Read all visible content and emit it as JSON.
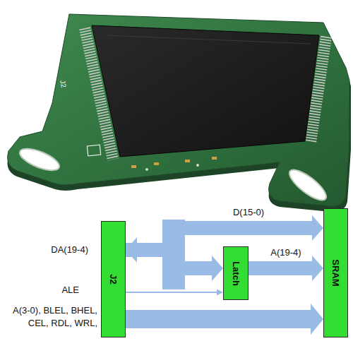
{
  "diagram": {
    "nodes": [
      {
        "text": [
          "J2"
        ]
      },
      {
        "text": [
          "Latch"
        ]
      },
      {
        "text": [
          "SRAM"
        ]
      }
    ],
    "edges": [
      {
        "from": 0,
        "to": 2,
        "arrow": "both",
        "label": "D(15-0)"
      },
      {
        "from": 0,
        "to": 1,
        "arrow": "to"
      },
      {
        "from": 0,
        "to": 1,
        "arrow": "to"
      },
      {
        "from": 1,
        "to": 2,
        "arrow": "to",
        "label": "A(19-4)"
      },
      {
        "from": 0,
        "to": 2,
        "arrow": "to"
      }
    ],
    "labels": [
      "J2",
      "DA(19-4)",
      "ALE",
      "A(3-0), BLEL, BHEL, CEL, RDL, WRL,"
    ]
  }
}
